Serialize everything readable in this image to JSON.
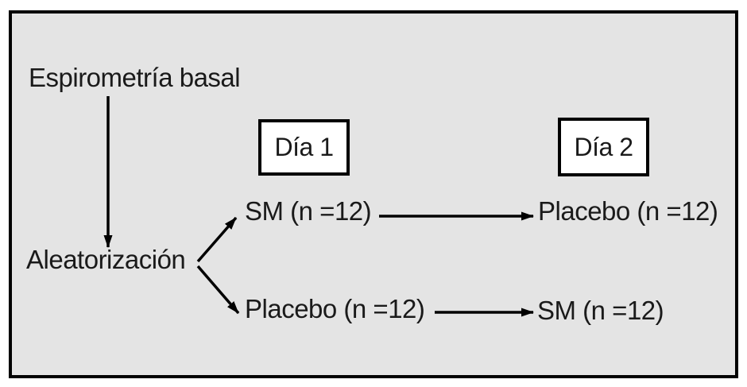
{
  "figure": {
    "type": "study-design-flow-diagram",
    "labels": {
      "baseline": "Espirometría basal",
      "randomization": "Aleatorización",
      "day1": "Día 1",
      "day2": "Día 2",
      "arm1_day1": "SM (n =12)",
      "arm1_day2": "Placebo (n =12)",
      "arm2_day1": "Placebo (n =12)",
      "arm2_day2": "SM (n =12)"
    },
    "colors": {
      "panel_background": "#e4e4e4",
      "frame_border": "#000000",
      "box_fill": "#ffffff",
      "line": "#000000",
      "text": "#1a1a1a",
      "page_background": "#ffffff"
    }
  }
}
